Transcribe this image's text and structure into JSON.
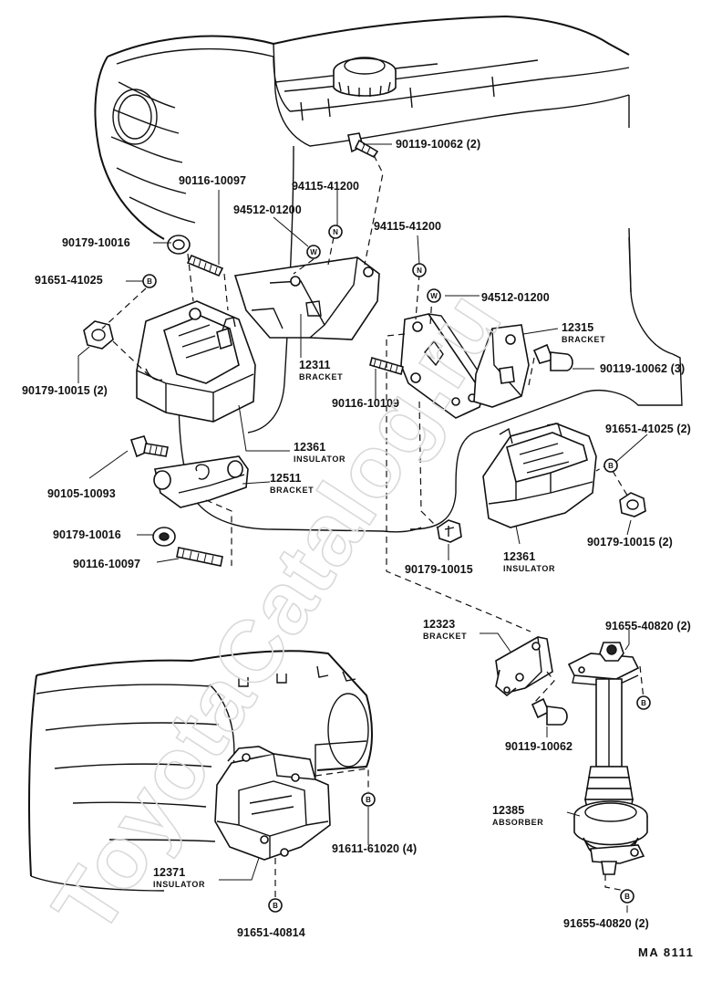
{
  "watermark": "ToyotaCatalog.ru",
  "diagram_code": "MA 8111",
  "markers": {
    "b": "B",
    "w": "W",
    "n": "N"
  },
  "labels": {
    "p90119_10062_2": "90119-10062 (2)",
    "p90116_10097_top": "90116-10097",
    "p94115_41200_a": "94115-41200",
    "p94512_01200_a": "94512-01200",
    "p94115_41200_b": "94115-41200",
    "p90179_10016_top": "90179-10016",
    "p91651_41025": "91651-41025",
    "p94512_01200_b": "94512-01200",
    "p12315": "12315",
    "p12315_sub": "BRACKET",
    "p12311": "12311",
    "p12311_sub": "BRACKET",
    "p90119_10062_3": "90119-10062 (3)",
    "p90179_10015_2_left": "90179-10015 (2)",
    "p90116_10109": "90116-10109",
    "p91651_41025_2": "91651-41025 (2)",
    "p12361_left": "12361",
    "p12361_left_sub": "INSULATOR",
    "p90105_10093": "90105-10093",
    "p12511": "12511",
    "p12511_sub": "BRACKET",
    "p90179_10015_2_right": "90179-10015 (2)",
    "p90179_10016_bottom": "90179-10016",
    "p12361_right": "12361",
    "p12361_right_sub": "INSULATOR",
    "p90116_10097_bottom": "90116-10097",
    "p90179_10015": "90179-10015",
    "p12323": "12323",
    "p12323_sub": "BRACKET",
    "p91655_40820_top": "91655-40820 (2)",
    "p90119_10062_single": "90119-10062",
    "p12385": "12385",
    "p12385_sub": "ABSORBER",
    "p91611_61020": "91611-61020 (4)",
    "p12371": "12371",
    "p12371_sub": "INSULATOR",
    "p91651_40814": "91651-40814",
    "p91655_40820_bottom": "91655-40820 (2)"
  }
}
